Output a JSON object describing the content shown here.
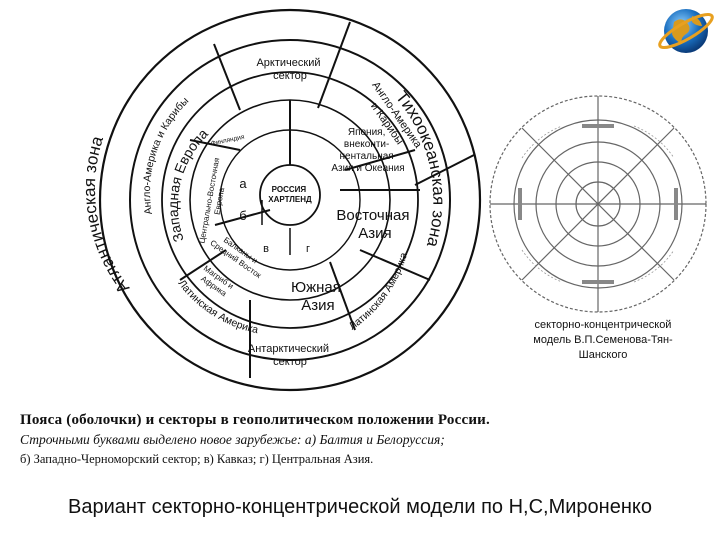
{
  "main": {
    "zones": {
      "atlantic": "Атлантическая зона",
      "pacific": "Тихоокеанская зона"
    },
    "sectors": {
      "arctic": [
        "Арктический",
        "сектор"
      ],
      "antarctic": [
        "Антарктический",
        "сектор"
      ],
      "anglo_carib_outer": "Англо-Америка и Карибы",
      "anglo_carib_right": [
        "Англо-Америка",
        "и Карибы"
      ],
      "latin_america_left": "Латинская Америка",
      "latin_america_right": "Латинская Америка",
      "western_europe": "Западная Европа",
      "central_east_europe": [
        "Центрально-Восточная",
        "Европа"
      ],
      "finland": "Финляндия",
      "balkans": [
        "Балканы и",
        "Средний Восток"
      ],
      "maghreb": [
        "Магриб и",
        "Африка"
      ],
      "japan": [
        "Япония,",
        "внеконти-",
        "нентальная",
        "Азия и Океания"
      ],
      "east_asia": [
        "Восточная",
        "Азия"
      ],
      "south_asia": [
        "Южная",
        "Азия"
      ],
      "russia": [
        "РОССИЯ",
        "ХАРТЛЕНД"
      ]
    },
    "letters": {
      "a": "а",
      "b": "б",
      "v": "в",
      "g": "г"
    }
  },
  "small_caption": [
    "секторно-концентрической",
    "модель В.П.Семенова-Тян-",
    "Шанского"
  ],
  "captions": {
    "line1": "Пояса (оболочки) и секторы в геополитическом положении России.",
    "line2": "Строчными буквами выделено новое зарубежье: а) Балтия и Белоруссия;",
    "line3": "б) Западно-Черноморский сектор; в) Кавказ; г) Центральная Азия."
  },
  "title": "Вариант секторно-концентрической модели по Н,С,Мироненко"
}
